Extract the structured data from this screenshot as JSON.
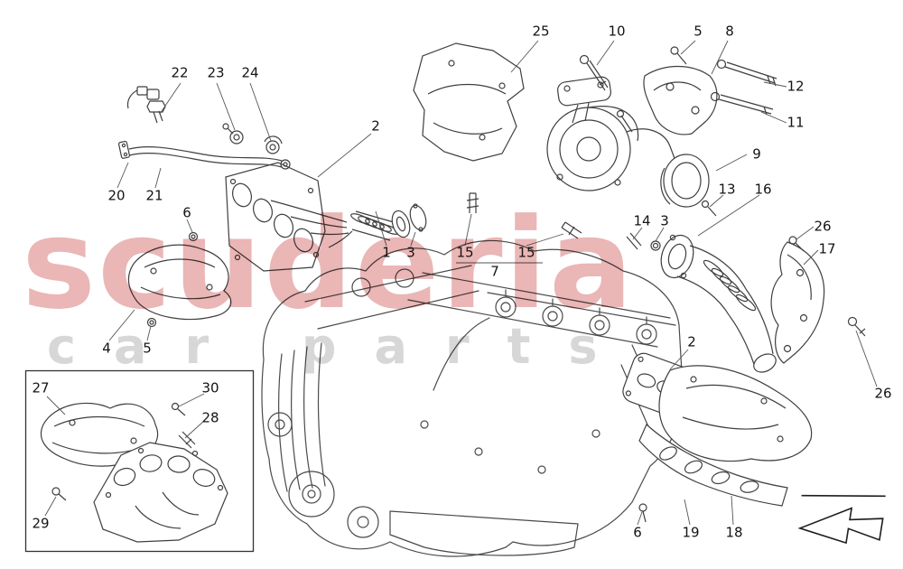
{
  "watermark": {
    "line1": "scuderia",
    "line2": "car parts",
    "color_primary": "#cc5252",
    "color_secondary": "#b0b0b0"
  },
  "callouts": {
    "n22": "22",
    "n23": "23",
    "n24": "24",
    "n20": "20",
    "n21": "21",
    "n2a": "2",
    "n25": "25",
    "n10": "10",
    "n5a": "5",
    "n8": "8",
    "n12": "12",
    "n11": "11",
    "n9": "9",
    "n13": "13",
    "n16": "16",
    "n14": "14",
    "n3a": "3",
    "n26a": "26",
    "n17": "17",
    "n6a": "6",
    "n1": "1",
    "n3b": "3",
    "n15a": "15",
    "n15b": "15",
    "n7": "7",
    "n4": "4",
    "n5b": "5",
    "n2b": "2",
    "n26b": "26",
    "n27": "27",
    "n30": "30",
    "n28": "28",
    "n29": "29",
    "n6b": "6",
    "n19": "19",
    "n18": "18"
  }
}
